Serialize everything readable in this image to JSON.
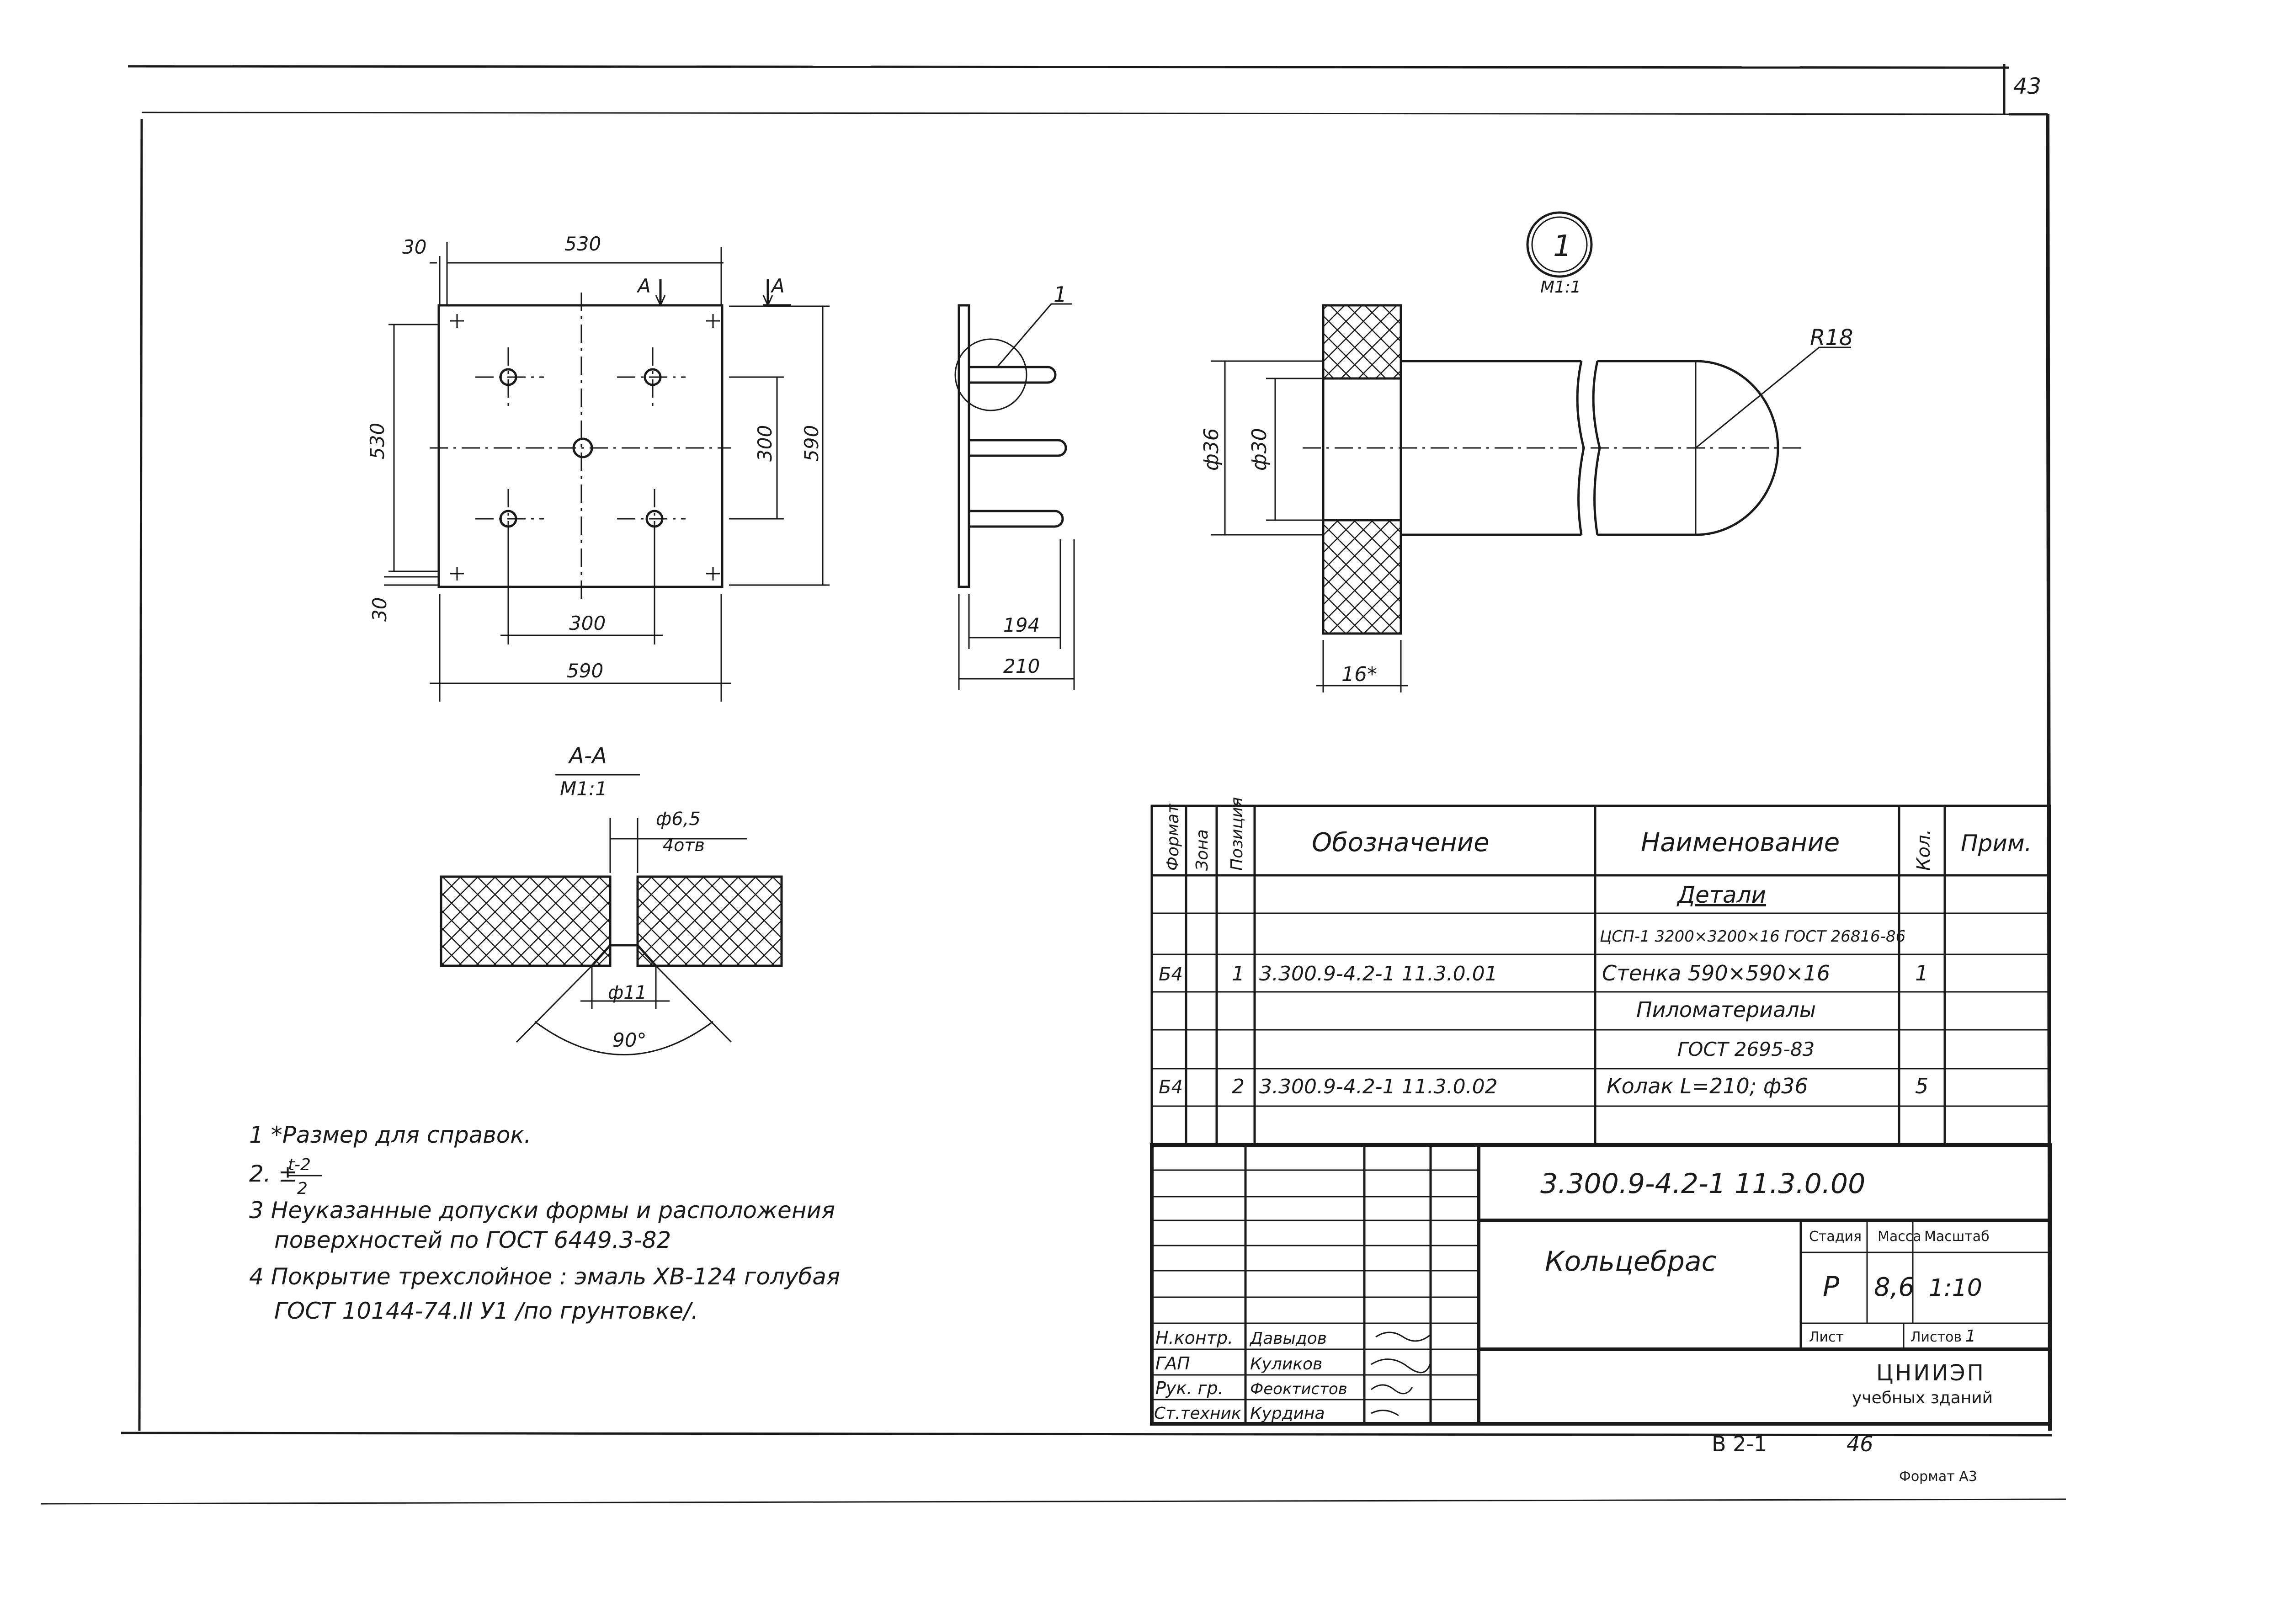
{
  "page_number": "43",
  "callout": {
    "number": "1",
    "scale": "М1:1"
  },
  "plate_view": {
    "dims": {
      "edge_top": "30",
      "span_top": "530",
      "section_left": "А",
      "section_right": "А",
      "height_left": "530",
      "edge_bottom": "30",
      "inner_vertical": "300",
      "outer_vertical": "590",
      "inner_horizontal": "300",
      "outer_horizontal": "590"
    }
  },
  "side_view": {
    "callout_label": "1",
    "dim_inner": "194",
    "dim_outer": "210"
  },
  "detail_view": {
    "radius": "R18",
    "dia_outer": "ф36",
    "dia_inner": "ф30",
    "thickness": "16*"
  },
  "section_view": {
    "title": "А-А",
    "scale": "М1:1",
    "hole_top": "ф6,5",
    "hole_count": "4отв",
    "hole_bottom": "ф11",
    "angle": "90°"
  },
  "notes": [
    "1 *Размер для справок.",
    "2. ±",
    "3 Неуказанные допуски формы и расположения",
    "поверхностей по ГОСТ 6449.3-82",
    "4 Покрытие трехслойное : эмаль ХВ-124 голубая",
    "ГОСТ 10144-74.II У1 /по грунтовке/."
  ],
  "note_fraction": {
    "num": "t-2",
    "den": "2"
  },
  "spec_table": {
    "headers": {
      "format": "Формат",
      "zone": "Зона",
      "position": "Позиция",
      "designation": "Обозначение",
      "name": "Наименование",
      "qty": "Кол.",
      "note": "Прим."
    },
    "rows": [
      {
        "format": "",
        "zone": "",
        "pos": "",
        "designation": "",
        "name": "Детали",
        "qty": "",
        "note": ""
      },
      {
        "format": "",
        "zone": "",
        "pos": "",
        "designation": "",
        "name": "ЦСП-1 3200×3200×16 ГОСТ 26816-86",
        "qty": "",
        "note": ""
      },
      {
        "format": "Б4",
        "zone": "",
        "pos": "1",
        "designation": "3.300.9-4.2-1 11.3.0.01",
        "name": "Стенка 590×590×16",
        "qty": "1",
        "note": ""
      },
      {
        "format": "",
        "zone": "",
        "pos": "",
        "designation": "",
        "name": "Пиломатериалы",
        "qty": "",
        "note": ""
      },
      {
        "format": "",
        "zone": "",
        "pos": "",
        "designation": "",
        "name": "ГОСТ 2695-83",
        "qty": "",
        "note": ""
      },
      {
        "format": "Б4",
        "zone": "",
        "pos": "2",
        "designation": "3.300.9-4.2-1 11.3.0.02",
        "name": "Колак L=210; ф36",
        "qty": "5",
        "note": ""
      },
      {
        "format": "",
        "zone": "",
        "pos": "",
        "designation": "",
        "name": "",
        "qty": "",
        "note": ""
      }
    ]
  },
  "title_block": {
    "designation": "3.300.9-4.2-1 11.3.0.00",
    "item_name": "Кольцебрас",
    "stage_label": "Стадия",
    "mass_label": "Масса",
    "scale_label": "Масштаб",
    "stage": "Р",
    "mass": "8,6",
    "scale": "1:10",
    "sheet_label": "Лист",
    "sheets_label": "Листов",
    "sheets_value": "1",
    "org_name": "ЦНИИЭП",
    "org_sub": "учебных зданий",
    "roles": [
      {
        "role": "Н.контр.",
        "name": "Давыдов"
      },
      {
        "role": "ГАП",
        "name": "Куликов"
      },
      {
        "role": "Рук. гр.",
        "name": "Феоктистов"
      },
      {
        "role": "Ст.техник",
        "name": "Курдина"
      }
    ]
  },
  "footer": {
    "code": "В 2-1",
    "page": "46",
    "format": "Формат А3"
  }
}
